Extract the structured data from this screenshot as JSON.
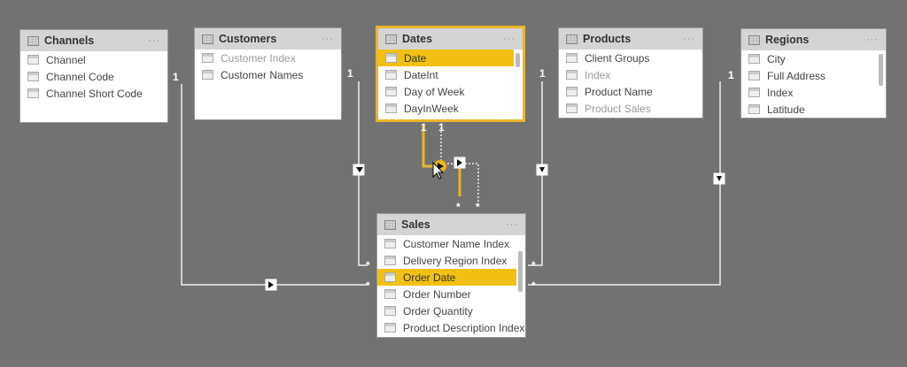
{
  "tables": {
    "channels": {
      "name": "Channels",
      "more": "···",
      "columns": [
        "Channel",
        "Channel Code",
        "Channel Short Code"
      ]
    },
    "customers": {
      "name": "Customers",
      "more": "···",
      "columns": [
        "Customer Index",
        "Customer Names"
      ]
    },
    "dates": {
      "name": "Dates",
      "more": "···",
      "columns": [
        "Date",
        "DateInt",
        "Day of Week",
        "DayInWeek"
      ]
    },
    "products": {
      "name": "Products",
      "more": "···",
      "columns": [
        "Client Groups",
        "Index",
        "Product Name",
        "Product Sales"
      ]
    },
    "regions": {
      "name": "Regions",
      "more": "···",
      "columns": [
        "City",
        "Full Address",
        "Index",
        "Latitude"
      ]
    },
    "sales": {
      "name": "Sales",
      "more": "···",
      "columns": [
        "Customer Name Index",
        "Delivery Region Index",
        "Order Date",
        "Order Number",
        "Order Quantity",
        "Product Description Index"
      ]
    }
  },
  "cardinality": {
    "one": "1",
    "many": "*"
  },
  "colors": {
    "accent": "#f2c012",
    "background": "#727272"
  }
}
